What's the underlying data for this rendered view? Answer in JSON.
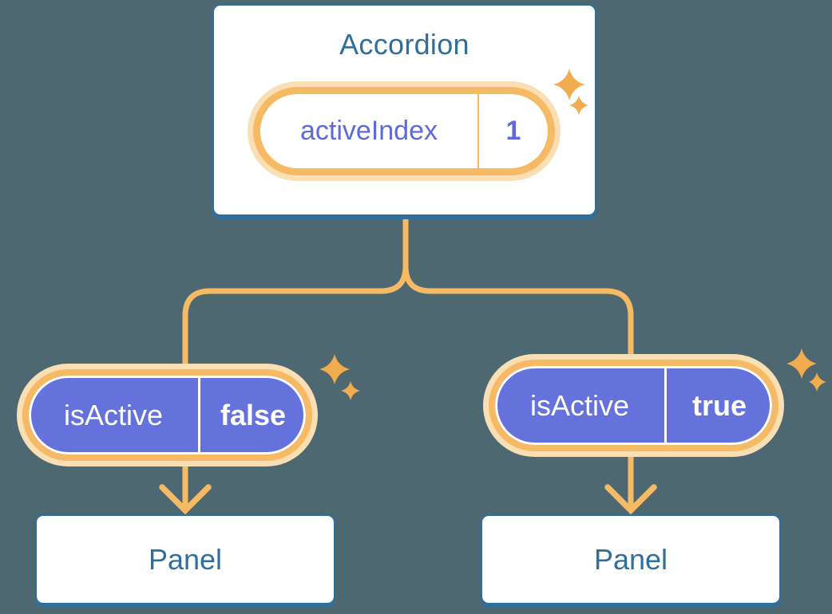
{
  "diagram": {
    "root": {
      "title": "Accordion",
      "state": {
        "label": "activeIndex",
        "value": "1"
      }
    },
    "branches": [
      {
        "prop": {
          "label": "isActive",
          "value": "false"
        },
        "child": {
          "title": "Panel"
        }
      },
      {
        "prop": {
          "label": "isActive",
          "value": "true"
        },
        "child": {
          "title": "Panel"
        }
      }
    ],
    "colors": {
      "background": "#4D6871",
      "card_fill": "#FFFFFF",
      "card_border": "#2F6F9E",
      "title_text": "#2F6F9E",
      "pill_fill": "#6672DC",
      "pill_text": "#FFFFFF",
      "state_text": "#5E6AD9",
      "ring_orange": "#F6BA64",
      "ring_light": "#FBDFB4",
      "connector": "#F6BA64",
      "sparkle": "#F2AC50"
    }
  }
}
